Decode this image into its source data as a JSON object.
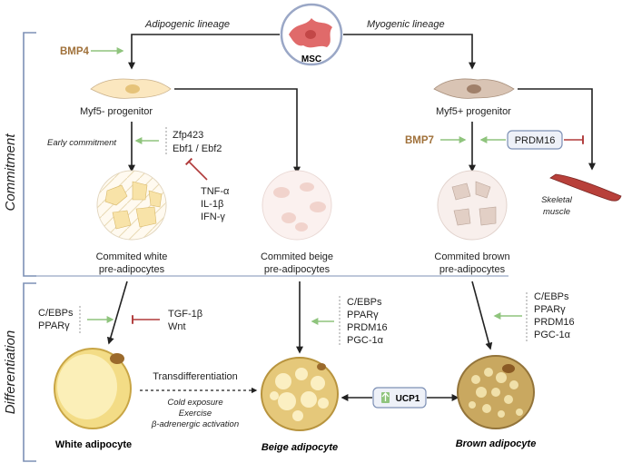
{
  "lineages": {
    "adipogenic": "Adipogenic lineage",
    "myogenic": "Myogenic lineage"
  },
  "msc": {
    "label": "MSC"
  },
  "phases": {
    "commitment": "Commitment",
    "differentiation": "Differentiation"
  },
  "left": {
    "bmp4": "BMP4",
    "progenitor": "Myf5- progenitor",
    "early": "Early commitment",
    "factors": [
      "Zfp423",
      "Ebf1 / Ebf2"
    ],
    "inhibitors": [
      "TNF-α",
      "IL-1β",
      "IFN-γ"
    ],
    "committed": [
      "Commited white",
      "pre-adipocytes"
    ],
    "diff_factors": [
      "C/EBPs",
      "PPARγ"
    ],
    "diff_inhibitors": [
      "TGF-1β",
      "Wnt"
    ],
    "adipocyte": "White adipocyte"
  },
  "middle": {
    "committed": [
      "Commited beige",
      "pre-adipocytes"
    ],
    "diff_factors": [
      "C/EBPs",
      "PPARγ",
      "PRDM16",
      "PGC-1α"
    ],
    "adipocyte": "Beige adipocyte"
  },
  "right": {
    "progenitor": "Myf5+ progenitor",
    "bmp7": "BMP7",
    "prdm16": "PRDM16",
    "muscle": [
      "Skeletal",
      "muscle"
    ],
    "committed": [
      "Commited brown",
      "pre-adipocytes"
    ],
    "diff_factors": [
      "C/EBPs",
      "PPARγ",
      "PRDM16",
      "PGC-1α"
    ],
    "adipocyte": "Brown adipocyte"
  },
  "transdiff": {
    "label": "Transdifferentiation",
    "conditions": [
      "Cold exposure",
      "Exercise",
      "β-adrenergic activation"
    ]
  },
  "ucp1": {
    "label": "UCP1"
  },
  "colors": {
    "green": "#8fc47d",
    "red": "#b03a3a",
    "brown_text": "#a0713a",
    "bracket": "#7d90b5"
  }
}
